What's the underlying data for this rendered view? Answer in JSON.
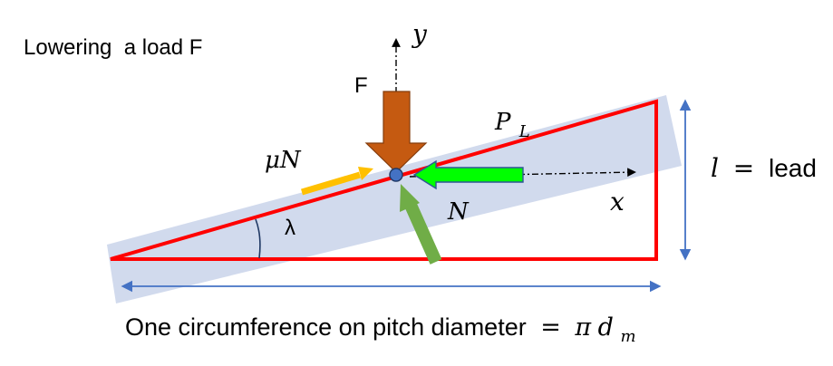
{
  "title": "Lowering  a load F",
  "labels": {
    "force_load": "F",
    "y_axis": "y",
    "x_axis": "x",
    "friction": "μN",
    "normal": "N",
    "angle": "λ",
    "path_main": "P",
    "path_sub": "L",
    "lead_lhs": "l",
    "lead_eq": "=",
    "lead_rhs": "lead",
    "base_text": "One circumference on pitch diameter",
    "base_eq": "=",
    "base_pi": "π",
    "base_d": "d",
    "base_sub": "m"
  },
  "colors": {
    "triangle": "#ff0000",
    "band": "#c9d4ea",
    "load_arrow": "#c55a11",
    "normal_arrow": "#70ad47",
    "friction_arrow": "#ffc000",
    "horizontal_arrow": "#00ff00",
    "dimension": "#4472c4",
    "axis": "#000000",
    "point": "#4472c4"
  },
  "icons": {
    "load": "arrow-down-icon",
    "normal": "arrow-up-left-icon",
    "friction": "arrow-up-right-icon",
    "horizontal": "arrow-left-icon"
  }
}
